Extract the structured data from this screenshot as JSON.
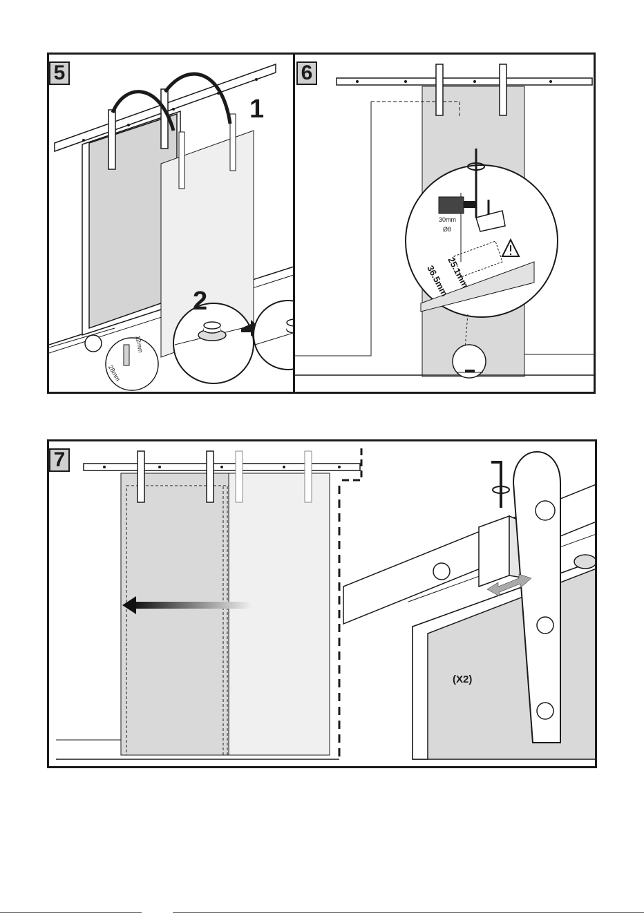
{
  "steps": [
    {
      "number": "5",
      "labels": {
        "sub1": "1",
        "sub2": "2",
        "dim_a": "12mm",
        "dim_b": "28mm"
      }
    },
    {
      "number": "6",
      "labels": {
        "dim_a": "25.1mm",
        "dim_b": "36.5mm",
        "drill_depth": "30mm",
        "drill_dia": "Ø8"
      }
    },
    {
      "number": "7",
      "labels": {
        "qty": "(X2)"
      }
    }
  ],
  "colors": {
    "line": "#1a1a1a",
    "door": "#d9d9d9",
    "door_light": "#eeeeee",
    "rail": "#ffffff"
  }
}
